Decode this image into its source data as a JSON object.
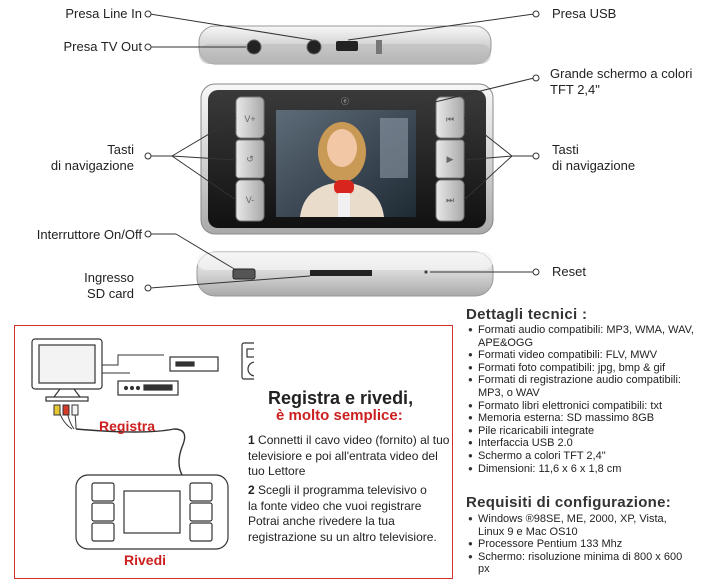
{
  "callouts": {
    "line_in": "Presa Line In",
    "usb": "Presa USB",
    "tv_out": "Presa TV Out",
    "screen_line1": "Grande schermo a colori",
    "screen_line2": "TFT 2,4\"",
    "nav_left_line1": "Tasti",
    "nav_left_line2": "di navigazione",
    "nav_right_line1": "Tasti",
    "nav_right_line2": "di navigazione",
    "power": "Interruttore On/Off",
    "sd_line1": "Ingresso",
    "sd_line2": "SD card",
    "reset": "Reset"
  },
  "specs": {
    "title": "Dettagli tecnici :",
    "items": [
      "Formati audio compatibili: MP3, WMA, WAV, APE&OGG",
      "Formati video compatibili: FLV, MWV",
      "Formati foto compatibili: jpg, bmp & gif",
      "Formati di registrazione audio compatibili: MP3, o WAV",
      "Formato libri elettronici compatibili: txt",
      "Memoria esterna: SD massimo 8GB",
      "Pile ricaricabili integrate",
      "Interfaccia USB 2.0",
      "Schermo a colori TFT 2,4\"",
      "Dimensioni: 11,6 x 6 x 1,8 cm"
    ]
  },
  "requirements": {
    "title": "Requisiti di configurazione:",
    "items": [
      "Windows ®98SE, ME, 2000, XP, Vista, Linux 9 e Mac OS10",
      "Processore Pentium 133 Mhz",
      "Schermo: risoluzione minima di 800 x 600 px"
    ]
  },
  "howto": {
    "headline": "Registra e rivedi,",
    "subhead": "è molto semplice:",
    "step1_num": "1",
    "step1_text": "Connetti il cavo video (fornito) al tuo televisiore e poi all'entrata video del tuo Lettore",
    "step2_num": "2",
    "step2_text": "Scegli il programma televisivo o la fonte video che vuoi registrare Potrai anche rivedere la tua registrazione su un altro televisiore.",
    "label_record": "Registra",
    "label_replay": "Rivedi"
  },
  "colors": {
    "accent_red": "#cc1f1f",
    "box_border": "#d0332e",
    "device_silver": "#d8d8d8"
  }
}
